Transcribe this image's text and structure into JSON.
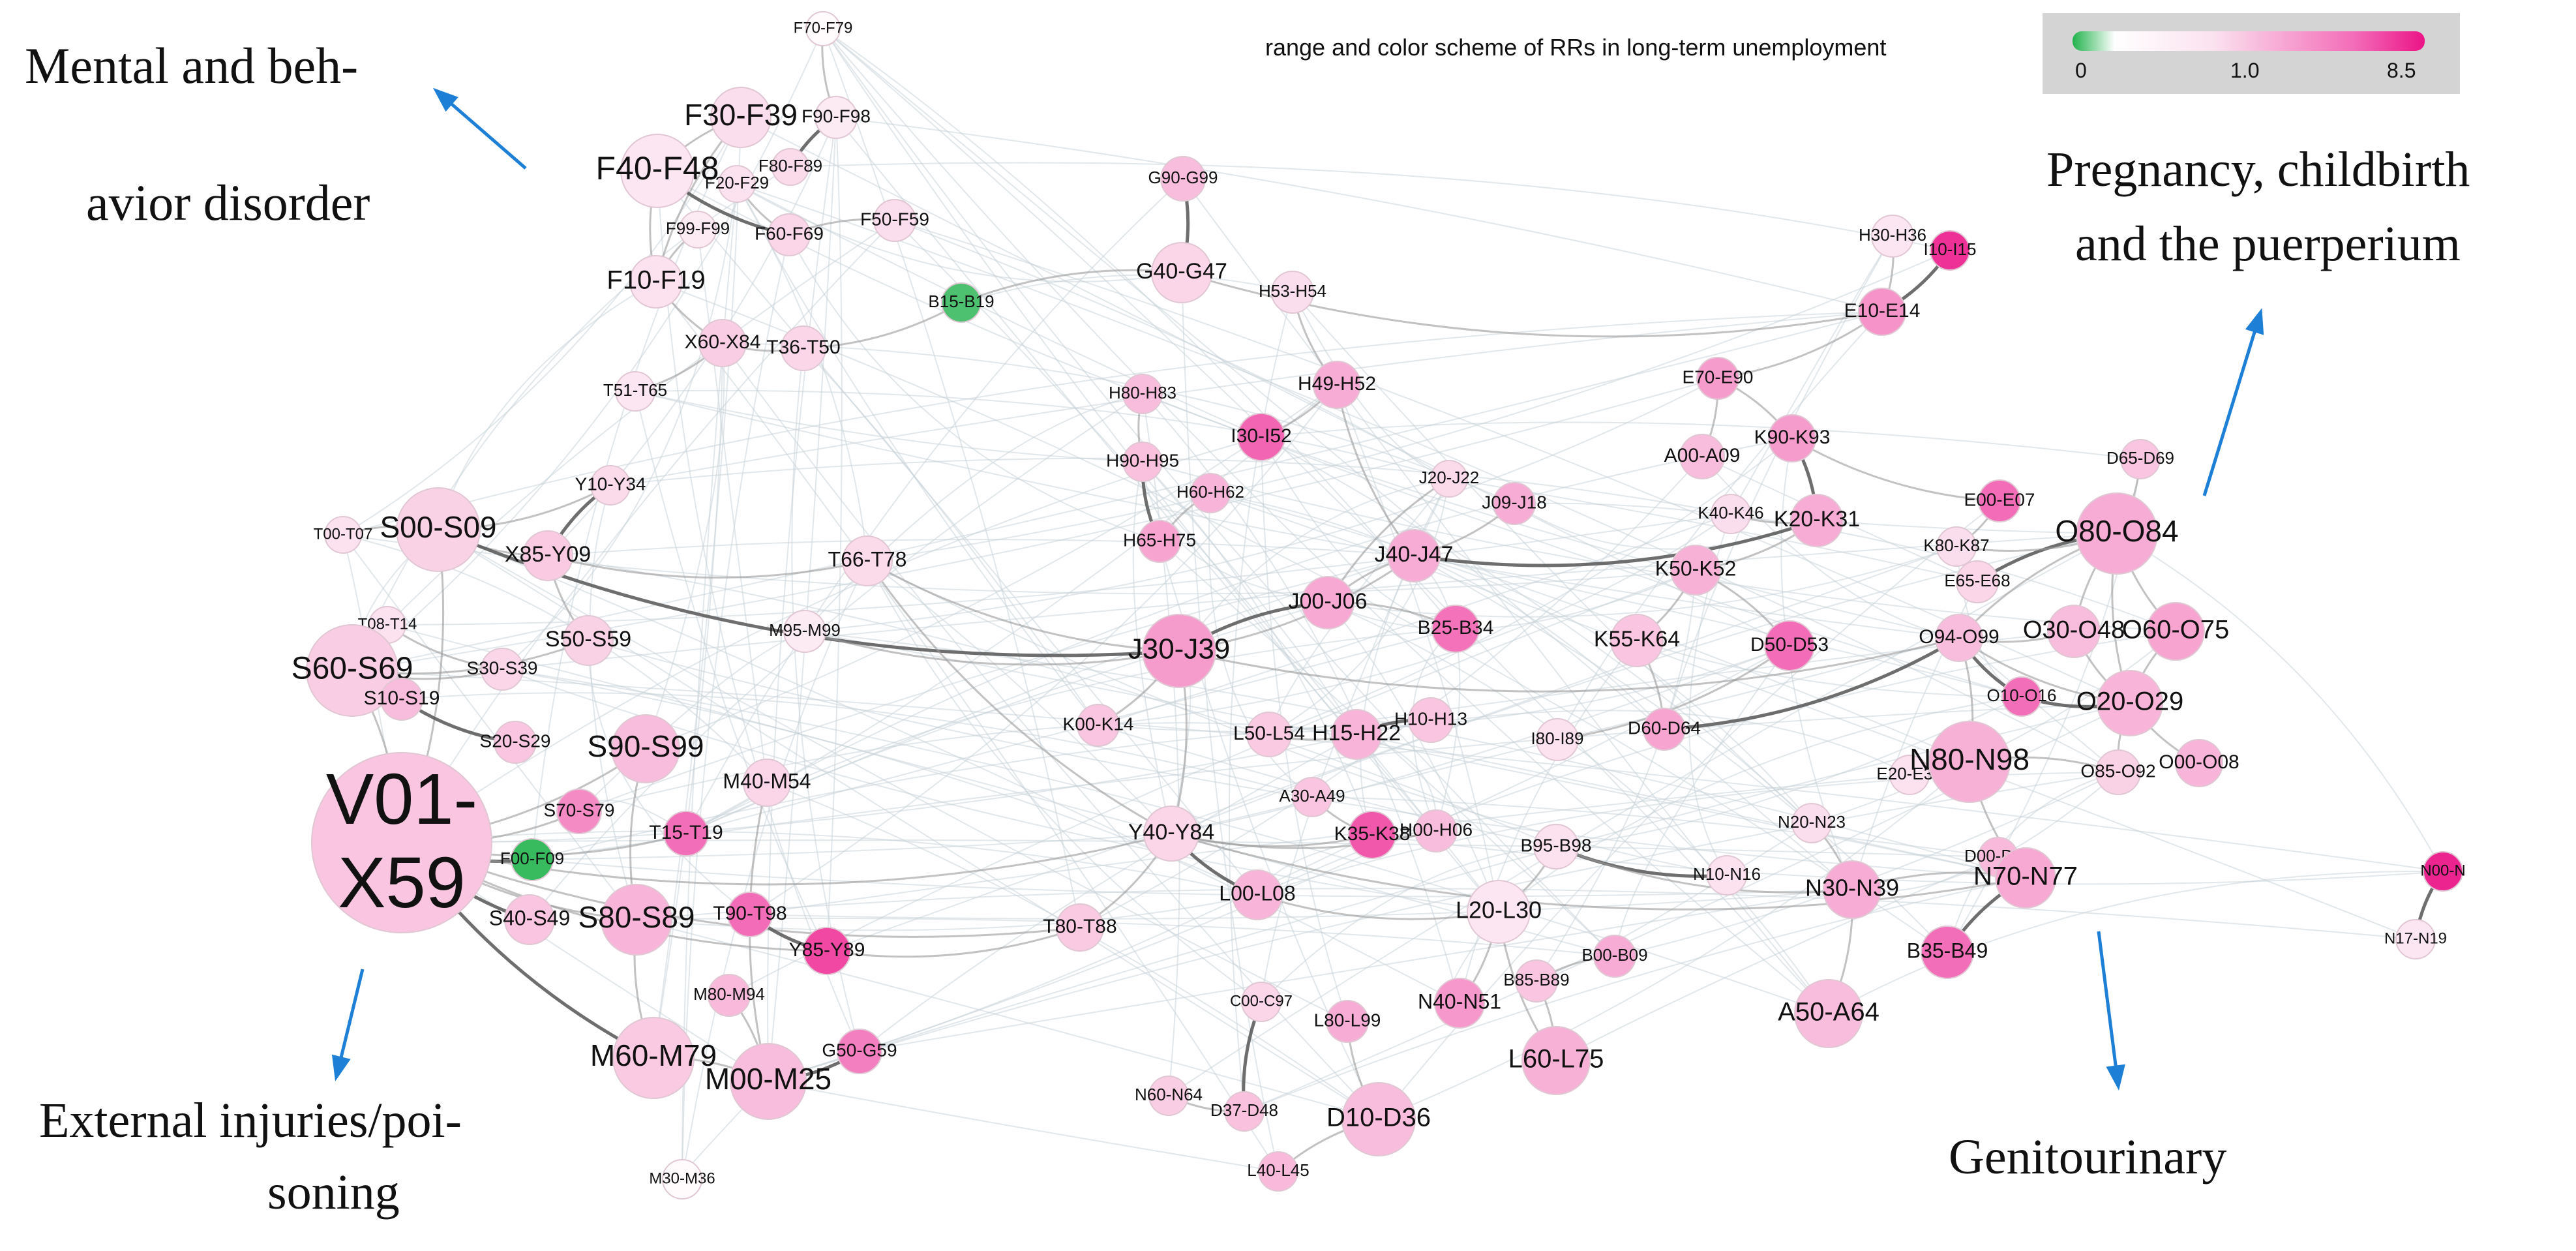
{
  "legend": {
    "title": "range and color scheme of RRs in long-term unemployment",
    "ticks": [
      "0",
      "1.0",
      "8.5"
    ],
    "colors": {
      "low": "#22b24c",
      "mid": "#ffffff",
      "high": "#eb1487"
    }
  },
  "annotations": {
    "mental": [
      "Mental and beh-",
      "avior disorder"
    ],
    "pregnancy": [
      "Pregnancy, childbirth",
      "and the puerperium"
    ],
    "external": [
      "External injuries/poi-",
      "soning"
    ],
    "genitourinary": [
      "Genitourinary"
    ]
  },
  "nodes": [
    {
      "id": "F70-F79",
      "label": "F70-F79",
      "rr": 1.1
    },
    {
      "id": "F30-F39",
      "label": "F30-F39",
      "rr": 1.8
    },
    {
      "id": "F90-F98",
      "label": "F90-F98",
      "rr": 1.5
    },
    {
      "id": "F40-F48",
      "label": "F40-F48",
      "rr": 1.6
    },
    {
      "id": "F80-F89",
      "label": "F80-F89",
      "rr": 1.9
    },
    {
      "id": "F20-F29",
      "label": "F20-F29",
      "rr": 1.7
    },
    {
      "id": "F99-F99",
      "label": "F99-F99",
      "rr": 1.5
    },
    {
      "id": "F60-F69",
      "label": "F60-F69",
      "rr": 2.0
    },
    {
      "id": "F50-F59",
      "label": "F50-F59",
      "rr": 1.8
    },
    {
      "id": "F10-F19",
      "label": "F10-F19",
      "rr": 1.7
    },
    {
      "id": "B15-B19",
      "label": "B15-B19",
      "rr": 0.2
    },
    {
      "id": "X60-X84",
      "label": "X60-X84",
      "rr": 2.2
    },
    {
      "id": "T36-T50",
      "label": "T36-T50",
      "rr": 2.0
    },
    {
      "id": "T51-T65",
      "label": "T51-T65",
      "rr": 1.6
    },
    {
      "id": "Y10-Y34",
      "label": "Y10-Y34",
      "rr": 1.9
    },
    {
      "id": "T00-T07",
      "label": "T00-T07",
      "rr": 1.7
    },
    {
      "id": "S00-S09",
      "label": "S00-S09",
      "rr": 2.1
    },
    {
      "id": "X85-Y09",
      "label": "X85-Y09",
      "rr": 2.3
    },
    {
      "id": "T08-T14",
      "label": "T08-T14",
      "rr": 1.7
    },
    {
      "id": "S60-S69",
      "label": "S60-S69",
      "rr": 2.2
    },
    {
      "id": "S30-S39",
      "label": "S30-S39",
      "rr": 2.0
    },
    {
      "id": "S50-S59",
      "label": "S50-S59",
      "rr": 2.1
    },
    {
      "id": "S10-S19",
      "label": "S10-S19",
      "rr": 2.6
    },
    {
      "id": "S20-S29",
      "label": "S20-S29",
      "rr": 2.4
    },
    {
      "id": "S90-S99",
      "label": "S90-S99",
      "rr": 2.6
    },
    {
      "id": "V01-X59",
      "label": "V01-X59",
      "rr": 2.4
    },
    {
      "id": "S70-S79",
      "label": "S70-S79",
      "rr": 3.8
    },
    {
      "id": "F00-F09",
      "label": "F00-F09",
      "rr": 0.1
    },
    {
      "id": "T15-T19",
      "label": "T15-T19",
      "rr": 4.5
    },
    {
      "id": "M40-M54",
      "label": "M40-M54",
      "rr": 2.0
    },
    {
      "id": "M95-M99",
      "label": "M95-M99",
      "rr": 1.5
    },
    {
      "id": "T66-T78",
      "label": "T66-T78",
      "rr": 1.9
    },
    {
      "id": "S40-S49",
      "label": "S40-S49",
      "rr": 2.4
    },
    {
      "id": "S80-S89",
      "label": "S80-S89",
      "rr": 2.8
    },
    {
      "id": "T90-T98",
      "label": "T90-T98",
      "rr": 4.6
    },
    {
      "id": "Y85-Y89",
      "label": "Y85-Y89",
      "rr": 6.2
    },
    {
      "id": "M80-M94",
      "label": "M80-M94",
      "rr": 2.7
    },
    {
      "id": "G50-G59",
      "label": "G50-G59",
      "rr": 4.1
    },
    {
      "id": "M60-M79",
      "label": "M60-M79",
      "rr": 2.3
    },
    {
      "id": "M00-M25",
      "label": "M00-M25",
      "rr": 2.6
    },
    {
      "id": "M30-M36",
      "label": "M30-M36",
      "rr": 1.1
    },
    {
      "id": "G90-G99",
      "label": "G90-G99",
      "rr": 2.6
    },
    {
      "id": "G40-G47",
      "label": "G40-G47",
      "rr": 2.0
    },
    {
      "id": "H53-H54",
      "label": "H53-H54",
      "rr": 1.8
    },
    {
      "id": "H49-H52",
      "label": "H49-H52",
      "rr": 3.0
    },
    {
      "id": "H80-H83",
      "label": "H80-H83",
      "rr": 2.6
    },
    {
      "id": "I30-I52",
      "label": "I30-I52",
      "rr": 4.9
    },
    {
      "id": "H90-H95",
      "label": "H90-H95",
      "rr": 2.5
    },
    {
      "id": "H60-H62",
      "label": "H60-H62",
      "rr": 2.8
    },
    {
      "id": "H65-H75",
      "label": "H65-H75",
      "rr": 3.2
    },
    {
      "id": "J20-J22",
      "label": "J20-J22",
      "rr": 1.9
    },
    {
      "id": "J09-J18",
      "label": "J09-J18",
      "rr": 3.0
    },
    {
      "id": "J40-J47",
      "label": "J40-J47",
      "rr": 3.0
    },
    {
      "id": "J30-J39",
      "label": "J30-J39",
      "rr": 3.4
    },
    {
      "id": "J00-J06",
      "label": "J00-J06",
      "rr": 3.1
    },
    {
      "id": "B25-B34",
      "label": "B25-B34",
      "rr": 4.4
    },
    {
      "id": "K00-K14",
      "label": "K00-K14",
      "rr": 2.4
    },
    {
      "id": "L50-L54",
      "label": "L50-L54",
      "rr": 2.3
    },
    {
      "id": "H15-H22",
      "label": "H15-H22",
      "rr": 2.8
    },
    {
      "id": "H10-H13",
      "label": "H10-H13",
      "rr": 2.4
    },
    {
      "id": "A30-A49",
      "label": "A30-A49",
      "rr": 2.4
    },
    {
      "id": "Y40-Y84",
      "label": "Y40-Y84",
      "rr": 2.0
    },
    {
      "id": "K35-K38",
      "label": "K35-K38",
      "rr": 5.5
    },
    {
      "id": "H00-H06",
      "label": "H00-H06",
      "rr": 2.6
    },
    {
      "id": "L00-L08",
      "label": "L00-L08",
      "rr": 2.8
    },
    {
      "id": "T80-T88",
      "label": "T80-T88",
      "rr": 2.3
    },
    {
      "id": "C00-C97",
      "label": "C00-C97",
      "rr": 2.0
    },
    {
      "id": "L80-L99",
      "label": "L80-L99",
      "rr": 3.0
    },
    {
      "id": "N60-N64",
      "label": "N60-N64",
      "rr": 2.2
    },
    {
      "id": "D37-D48",
      "label": "D37-D48",
      "rr": 2.5
    },
    {
      "id": "D10-D36",
      "label": "D10-D36",
      "rr": 2.6
    },
    {
      "id": "L40-L45",
      "label": "L40-L45",
      "rr": 2.7
    },
    {
      "id": "N40-N51",
      "label": "N40-N51",
      "rr": 3.5
    },
    {
      "id": "L60-L75",
      "label": "L60-L75",
      "rr": 2.9
    },
    {
      "id": "L20-L30",
      "label": "L20-L30",
      "rr": 1.6
    },
    {
      "id": "B95-B98",
      "label": "B95-B98",
      "rr": 1.7
    },
    {
      "id": "B00-B09",
      "label": "B00-B09",
      "rr": 3.0
    },
    {
      "id": "B85-B89",
      "label": "B85-B89",
      "rr": 2.4
    },
    {
      "id": "I80-I89",
      "label": "I80-I89",
      "rr": 1.7
    },
    {
      "id": "D60-D64",
      "label": "D60-D64",
      "rr": 3.2
    },
    {
      "id": "D50-D53",
      "label": "D50-D53",
      "rr": 4.6
    },
    {
      "id": "K55-K64",
      "label": "K55-K64",
      "rr": 2.4
    },
    {
      "id": "K50-K52",
      "label": "K50-K52",
      "rr": 2.9
    },
    {
      "id": "K40-K46",
      "label": "K40-K46",
      "rr": 1.8
    },
    {
      "id": "K20-K31",
      "label": "K20-K31",
      "rr": 3.0
    },
    {
      "id": "A00-A09",
      "label": "A00-A09",
      "rr": 2.6
    },
    {
      "id": "K90-K93",
      "label": "K90-K93",
      "rr": 3.4
    },
    {
      "id": "E70-E90",
      "label": "E70-E90",
      "rr": 3.4
    },
    {
      "id": "H30-H36",
      "label": "H30-H36",
      "rr": 1.6
    },
    {
      "id": "I10-I15",
      "label": "I10-I15",
      "rr": 7.2
    },
    {
      "id": "E10-E14",
      "label": "E10-E14",
      "rr": 3.6
    },
    {
      "id": "D65-D69",
      "label": "D65-D69",
      "rr": 2.4
    },
    {
      "id": "E00-E07",
      "label": "E00-E07",
      "rr": 4.6
    },
    {
      "id": "K80-K87",
      "label": "K80-K87",
      "rr": 1.8
    },
    {
      "id": "O80-O84",
      "label": "O80-O84",
      "rr": 3.0
    },
    {
      "id": "E65-E68",
      "label": "E65-E68",
      "rr": 2.0
    },
    {
      "id": "O94-O99",
      "label": "O94-O99",
      "rr": 2.6
    },
    {
      "id": "O30-O48",
      "label": "O30-O48",
      "rr": 2.6
    },
    {
      "id": "O60-O75",
      "label": "O60-O75",
      "rr": 3.2
    },
    {
      "id": "O10-O16",
      "label": "O10-O16",
      "rr": 4.5
    },
    {
      "id": "O20-O29",
      "label": "O20-O29",
      "rr": 2.8
    },
    {
      "id": "O85-O92",
      "label": "O85-O92",
      "rr": 2.1
    },
    {
      "id": "O00-O08",
      "label": "O00-O08",
      "rr": 2.8
    },
    {
      "id": "E20-E35",
      "label": "E20-E35",
      "rr": 1.7
    },
    {
      "id": "N80-N98",
      "label": "N80-N98",
      "rr": 2.9
    },
    {
      "id": "N20-N23",
      "label": "N20-N23",
      "rr": 1.8
    },
    {
      "id": "N10-N16",
      "label": "N10-N16",
      "rr": 1.7
    },
    {
      "id": "D00-D09",
      "label": "D00-D09",
      "rr": 2.7
    },
    {
      "id": "N30-N39",
      "label": "N30-N39",
      "rr": 3.0
    },
    {
      "id": "N70-N77",
      "label": "N70-N77",
      "rr": 3.1
    },
    {
      "id": "B35-B49",
      "label": "B35-B49",
      "rr": 4.5
    },
    {
      "id": "A50-A64",
      "label": "A50-A64",
      "rr": 2.6
    },
    {
      "id": "N00-N08",
      "label": "N00-N",
      "rr": 7.8
    },
    {
      "id": "N17-N19",
      "label": "N17-N19",
      "rr": 1.6
    }
  ],
  "edges": [
    [
      "V01-X59",
      "F00-F09"
    ],
    [
      "V01-X59",
      "S00-S09"
    ],
    [
      "V01-X59",
      "S60-S69"
    ],
    [
      "V01-X59",
      "S80-S89"
    ],
    [
      "V01-X59",
      "S90-S99"
    ],
    [
      "V01-X59",
      "S40-S49"
    ],
    [
      "V01-X59",
      "S70-S79"
    ],
    [
      "V01-X59",
      "T15-T19"
    ],
    [
      "V01-X59",
      "Y40-Y84"
    ],
    [
      "V01-X59",
      "T80-T88"
    ],
    [
      "V01-X59",
      "M60-M79"
    ],
    [
      "V01-X59",
      "Y85-Y89"
    ],
    [
      "S00-S09",
      "X85-Y09"
    ],
    [
      "S00-S09",
      "Y10-Y34"
    ],
    [
      "S00-S09",
      "T00-T07"
    ],
    [
      "S00-S09",
      "J30-J39"
    ],
    [
      "S60-S69",
      "S50-S59"
    ],
    [
      "S60-S69",
      "S30-S39"
    ],
    [
      "S90-S99",
      "S80-S89"
    ],
    [
      "S80-S89",
      "M60-M79"
    ],
    [
      "T90-T98",
      "Y85-Y89"
    ],
    [
      "Y85-Y89",
      "T80-T88"
    ],
    [
      "T80-T88",
      "Y40-Y84"
    ],
    [
      "Y40-Y84",
      "J30-J39"
    ],
    [
      "Y40-Y84",
      "K35-K38"
    ],
    [
      "Y40-Y84",
      "L00-L08"
    ],
    [
      "Y40-Y84",
      "N70-N77"
    ],
    [
      "Y40-Y84",
      "H00-H06"
    ],
    [
      "M00-M25",
      "M60-M79"
    ],
    [
      "M00-M25",
      "M80-M94"
    ],
    [
      "M00-M25",
      "G50-G59"
    ],
    [
      "M40-M54",
      "M00-M25"
    ],
    [
      "F30-F39",
      "F40-F48"
    ],
    [
      "F30-F39",
      "F10-F19"
    ],
    [
      "F40-F48",
      "F10-F19"
    ],
    [
      "F40-F48",
      "F60-F69"
    ],
    [
      "F10-F19",
      "X60-X84"
    ],
    [
      "X60-X84",
      "T36-T50"
    ],
    [
      "T36-T50",
      "B15-B19"
    ],
    [
      "F20-F29",
      "F60-F69"
    ],
    [
      "F90-F98",
      "F80-F89"
    ],
    [
      "F70-F79",
      "F90-F98"
    ],
    [
      "F50-F59",
      "F60-F69"
    ],
    [
      "F99-F99",
      "F10-F19"
    ],
    [
      "T51-T65",
      "X60-X84"
    ],
    [
      "Y10-Y34",
      "X85-Y09"
    ],
    [
      "X85-Y09",
      "T66-T78"
    ],
    [
      "T66-T78",
      "J30-J39"
    ],
    [
      "T66-T78",
      "Y40-Y84"
    ],
    [
      "M95-M99",
      "J30-J39"
    ],
    [
      "G40-G47",
      "G90-G99"
    ],
    [
      "G40-G47",
      "B15-B19"
    ],
    [
      "G40-G47",
      "E10-E14"
    ],
    [
      "H53-H54",
      "H49-H52"
    ],
    [
      "H80-H83",
      "H90-H95"
    ],
    [
      "H90-H95",
      "H65-H75"
    ],
    [
      "H60-H62",
      "H65-H75"
    ],
    [
      "J30-J39",
      "J40-J47"
    ],
    [
      "J40-J47",
      "J00-J06"
    ],
    [
      "J40-J47",
      "J09-J18"
    ],
    [
      "J00-J06",
      "J30-J39"
    ],
    [
      "B25-B34",
      "J00-J06"
    ],
    [
      "J20-J22",
      "J00-J06"
    ],
    [
      "K00-K14",
      "J30-J39"
    ],
    [
      "L50-L54",
      "H15-H22"
    ],
    [
      "H10-H13",
      "H15-H22"
    ],
    [
      "A30-A49",
      "K35-K38"
    ],
    [
      "K35-K38",
      "H00-H06"
    ],
    [
      "L00-L08",
      "L20-L30"
    ],
    [
      "L20-L30",
      "B95-B98"
    ],
    [
      "B95-B98",
      "N10-N16"
    ],
    [
      "B95-B98",
      "N30-N39"
    ],
    [
      "L20-L30",
      "L60-L75"
    ],
    [
      "N40-N51",
      "L20-L30"
    ],
    [
      "L80-L99",
      "D10-D36"
    ],
    [
      "C00-C97",
      "D37-D48"
    ],
    [
      "N60-N64",
      "D37-D48"
    ],
    [
      "D10-D36",
      "L40-L45"
    ],
    [
      "B00-B09",
      "B85-B89"
    ],
    [
      "L60-L75",
      "B85-B89"
    ],
    [
      "D60-D64",
      "O94-O99"
    ],
    [
      "D50-D53",
      "K50-K52"
    ],
    [
      "K55-K64",
      "K50-K52"
    ],
    [
      "K50-K52",
      "K20-K31"
    ],
    [
      "K40-K46",
      "K20-K31"
    ],
    [
      "K20-K31",
      "K90-K93"
    ],
    [
      "K90-K93",
      "E70-E90"
    ],
    [
      "A00-A09",
      "E70-E90"
    ],
    [
      "E70-E90",
      "E10-E14"
    ],
    [
      "E10-E14",
      "H30-H36"
    ],
    [
      "E10-E14",
      "I10-I15"
    ],
    [
      "K90-K93",
      "E00-E07"
    ],
    [
      "O80-O84",
      "O94-O99"
    ],
    [
      "O80-O84",
      "O60-O75"
    ],
    [
      "O80-O84",
      "O30-O48"
    ],
    [
      "O80-O84",
      "E65-E68"
    ],
    [
      "O80-O84",
      "O20-O29"
    ],
    [
      "O80-O84",
      "D65-D69"
    ],
    [
      "O94-O99",
      "O30-O48"
    ],
    [
      "O94-O99",
      "O20-O29"
    ],
    [
      "O94-O99",
      "O10-O16"
    ],
    [
      "O30-O48",
      "O20-O29"
    ],
    [
      "O60-O75",
      "O20-O29"
    ],
    [
      "O20-O29",
      "O00-O08"
    ],
    [
      "O20-O29",
      "O85-O92"
    ],
    [
      "O10-O16",
      "O20-O29"
    ],
    [
      "O85-O92",
      "N80-N98"
    ],
    [
      "N80-N98",
      "E20-E35"
    ],
    [
      "N80-N98",
      "N70-N77"
    ],
    [
      "N80-N98",
      "O94-O99"
    ],
    [
      "N70-N77",
      "B35-B49"
    ],
    [
      "N70-N77",
      "N30-N39"
    ],
    [
      "N70-N77",
      "D00-D09"
    ],
    [
      "N30-N39",
      "N20-N23"
    ],
    [
      "A50-A64",
      "N30-N39"
    ],
    [
      "N00-N08",
      "N17-N19"
    ],
    [
      "K80-K87",
      "E00-E07"
    ],
    [
      "K80-K87",
      "O80-O84"
    ],
    [
      "I80-I89",
      "D50-D53"
    ],
    [
      "D60-D64",
      "K55-K64"
    ],
    [
      "J40-J47",
      "K20-K31"
    ],
    [
      "J30-J39",
      "O94-O99"
    ],
    [
      "H49-H52",
      "J40-J47"
    ],
    [
      "I30-I52",
      "H49-H52"
    ],
    [
      "X85-Y09",
      "S50-S59"
    ],
    [
      "S10-S19",
      "S20-S29"
    ],
    [
      "T08-T14",
      "S30-S39"
    ]
  ]
}
